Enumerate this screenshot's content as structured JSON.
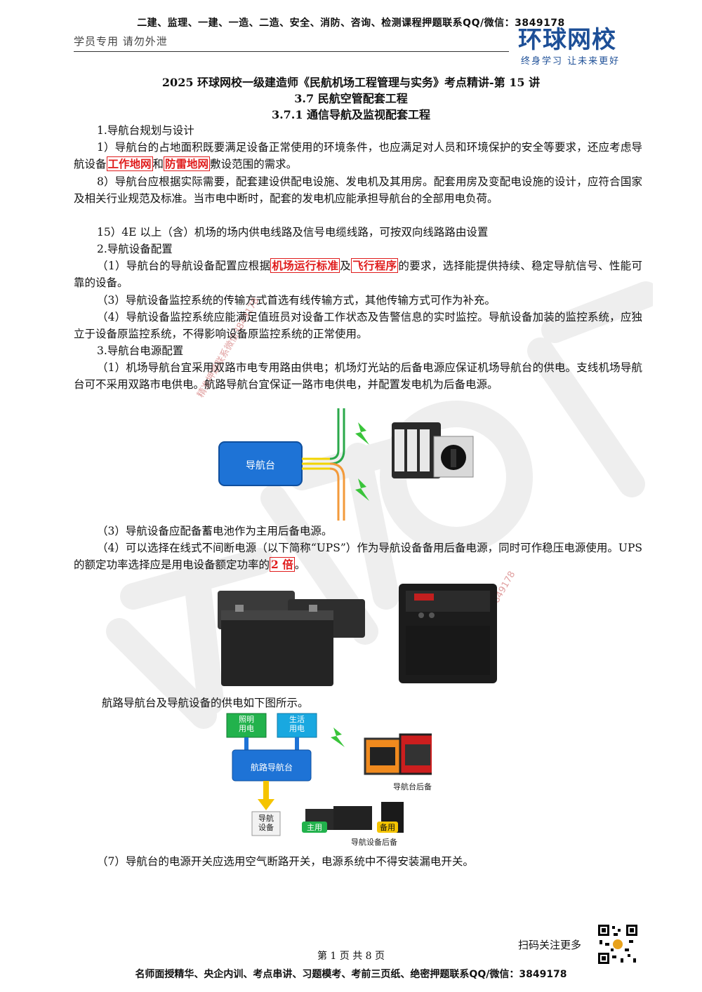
{
  "header": {
    "banner": "二建、监理、一建、一造、二造、安全、消防、咨询、检测课程押题联系QQ/微信：3849178",
    "student_note": "学员专用 请勿外泄",
    "logo_main": "环球网校",
    "logo_sub": "终身学习 让未来更好"
  },
  "titles": {
    "t1": "2025 环球网校一级建造师《民航机场工程管理与实务》考点精讲-第 15 讲",
    "t2": "3.7 民航空管配套工程",
    "t3": "3.7.1 通信导航及监视配套工程"
  },
  "body": {
    "p1": "1.导航台规划与设计",
    "p2_a": "1）导航台的占地面积既要满足设备正常使用的环境条件，也应满足对人员和环境保护的安全等要求，还应考虑导航设备",
    "p2_h1": "工作地网",
    "p2_b": "和",
    "p2_h2": "防雷地网",
    "p2_c": "敷设范围的需求。",
    "p3": "8）导航台应根据实际需要，配套建设供配电设施、发电机及其用房。配套用房及变配电设施的设计，应符合国家及相关行业规范及标准。当市电中断时，配套的发电机应能承担导航台的全部用电负荷。",
    "p4": "15）4E 以上（含）机场的场内供电线路及信号电缆线路，可按双向线路路由设置",
    "p5": "2.导航设备配置",
    "p6_a": "（1）导航台的导航设备配置应根据",
    "p6_h1": "机场运行标准",
    "p6_b": "及",
    "p6_h2": "飞行程序",
    "p6_c": "的要求，选择能提供持续、稳定导航信号、性能可靠的设备。",
    "p7": "（3）导航设备监控系统的传输方式首选有线传输方式，其他传输方式可作为补充。",
    "p8": "（4）导航设备监控系统应能满足值班员对设备工作状态及告警信息的实时监控。导航设备加装的监控系统，应独立于设备原监控系统，不得影响设备原监控系统的正常使用。",
    "p9": "3.导航台电源配置",
    "p10": "（1）机场导航台宜采用双路市电专用路由供电；机场灯光站的后备电源应保证机场导航台的供电。支线机场导航台可不采用双路市电供电。航路导航台宜保证一路市电供电，并配置发电机为后备电源。",
    "p11": "（3）导航设备应配备蓄电池作为主用后备电源。",
    "p12_a": "（4）可以选择在线式不间断电源（以下简称“UPS”）作为导航设备备用后备电源，同时可作稳压电源使用。UPS 的额定功率选择应是用电设备额定功率的",
    "p12_h": "2 倍",
    "p12_b": "。",
    "p13": "航路导航台及导航设备的供电如下图所示。",
    "p14": "（7）导航台的电源开关应选用空气断路开关，电源系统中不得安装漏电开关。"
  },
  "figure1": {
    "box_label": "导航台"
  },
  "figure3": {
    "lighting": "照明\n用电",
    "living": "生活\n用电",
    "station": "航路导航台",
    "equipment": "导航\n设备",
    "main": "主用",
    "backup": "备用",
    "station_backup": "导航台后备",
    "equip_backup": "导航设备后备"
  },
  "watermark": {
    "phone": "精准押题联系微信3849178"
  },
  "footer": {
    "page": "第 1 页 共 8 页",
    "scan": "扫码关注更多",
    "banner": "名师面授精华、央企内训、考点串讲、习题模考、考前三页纸、绝密押题联系QQ/微信：3849178"
  },
  "colors": {
    "highlight": "#e01c1c",
    "brand": "#1d4f97",
    "box_blue": "#1e73d6",
    "green_box": "#22b24c",
    "cyan_box": "#19a8e0",
    "yellow_box": "#f5c400"
  }
}
